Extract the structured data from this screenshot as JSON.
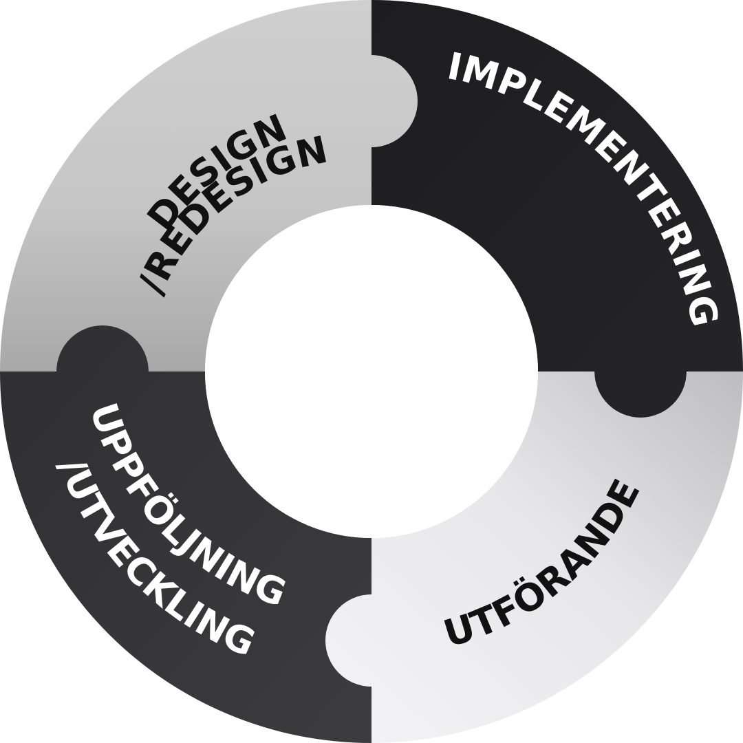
{
  "diagram": {
    "segments": [
      {
        "id": "design",
        "lines": [
          "DESIGN",
          "/REDESIGN"
        ],
        "fill": "#c9c9c9",
        "text_color": "#111111"
      },
      {
        "id": "implementering",
        "lines": [
          "IMPLEMENTERING"
        ],
        "fill": "#212123",
        "text_color": "#ffffff"
      },
      {
        "id": "utforande",
        "lines": [
          "UTFÖRANDE"
        ],
        "fill": "#e6e6e8",
        "text_color": "#111111"
      },
      {
        "id": "uppfoljning",
        "lines": [
          "UPPFÖLJNING",
          "/UTVECKLING"
        ],
        "fill": "#363638",
        "text_color": "#ffffff"
      }
    ]
  }
}
